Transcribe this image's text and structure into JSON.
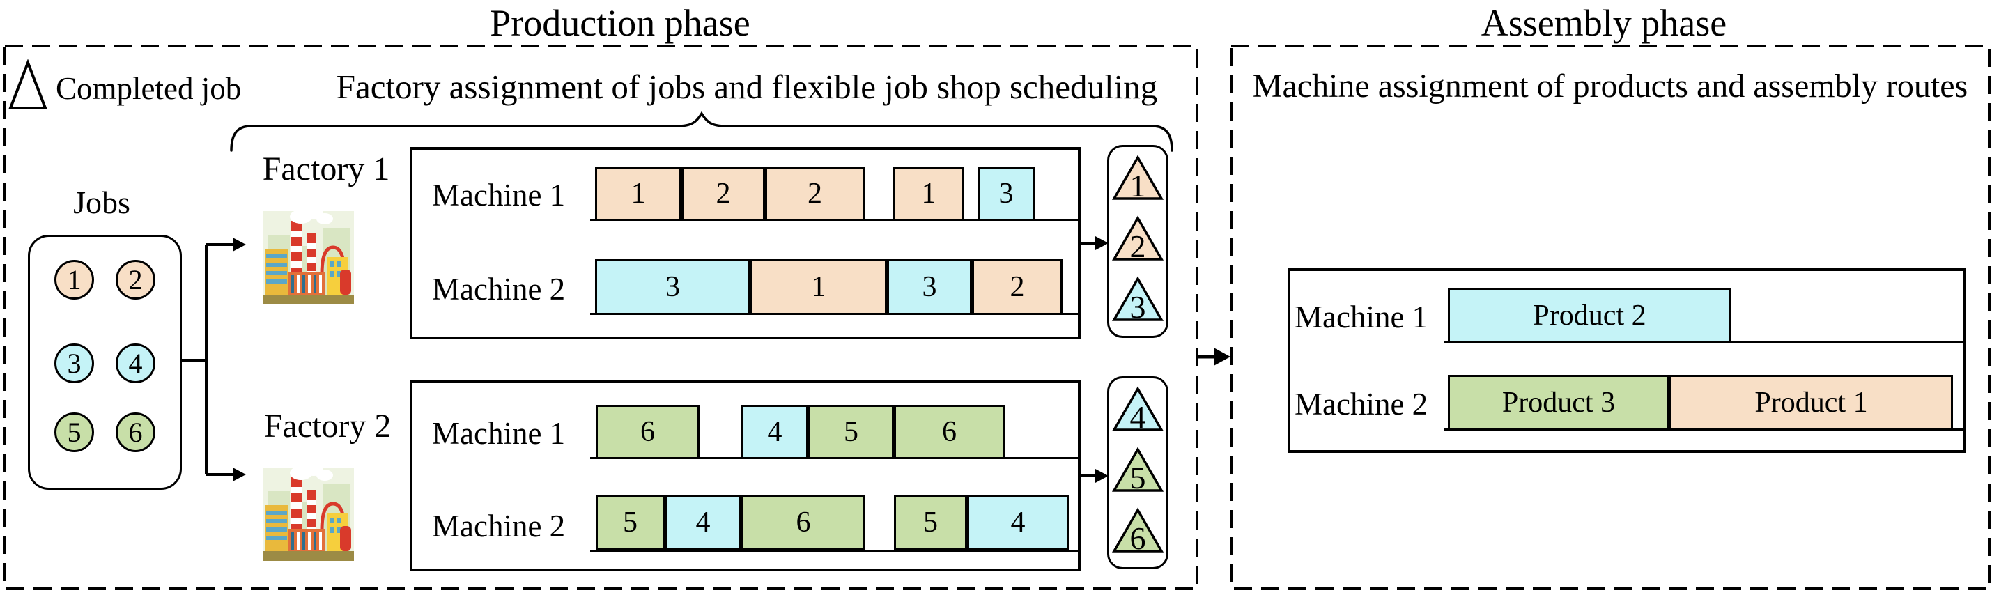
{
  "palette": {
    "peach": "#F8DFC6",
    "cyan": "#C5F3F7",
    "green": "#C8DFA8",
    "white": "#FFFFFF"
  },
  "legend": {
    "label": "Completed job"
  },
  "production": {
    "title": "Production phase",
    "subtitle": "Factory assignment of jobs and flexible job shop scheduling",
    "jobs": {
      "title": "Jobs",
      "items": [
        {
          "label": "1",
          "color": "peach"
        },
        {
          "label": "2",
          "color": "peach"
        },
        {
          "label": "3",
          "color": "cyan"
        },
        {
          "label": "4",
          "color": "cyan"
        },
        {
          "label": "5",
          "color": "green"
        },
        {
          "label": "6",
          "color": "green"
        }
      ]
    },
    "factories": [
      {
        "name": "Factory 1",
        "machines": [
          {
            "label": "Machine 1",
            "blocks": [
              {
                "label": "1",
                "color": "peach"
              },
              {
                "label": "2",
                "color": "peach"
              },
              {
                "label": "2",
                "color": "peach"
              },
              {
                "label": "1",
                "color": "peach"
              },
              {
                "label": "3",
                "color": "cyan"
              }
            ]
          },
          {
            "label": "Machine 2",
            "blocks": [
              {
                "label": "3",
                "color": "cyan"
              },
              {
                "label": "1",
                "color": "peach"
              },
              {
                "label": "3",
                "color": "cyan"
              },
              {
                "label": "2",
                "color": "peach"
              }
            ]
          }
        ],
        "completed_jobs": [
          {
            "label": "1",
            "color": "peach"
          },
          {
            "label": "2",
            "color": "peach"
          },
          {
            "label": "3",
            "color": "cyan"
          }
        ]
      },
      {
        "name": "Factory 2",
        "machines": [
          {
            "label": "Machine 1",
            "blocks": [
              {
                "label": "6",
                "color": "green"
              },
              {
                "label": "4",
                "color": "cyan"
              },
              {
                "label": "5",
                "color": "green"
              },
              {
                "label": "6",
                "color": "green"
              }
            ]
          },
          {
            "label": "Machine 2",
            "blocks": [
              {
                "label": "5",
                "color": "green"
              },
              {
                "label": "4",
                "color": "cyan"
              },
              {
                "label": "6",
                "color": "green"
              },
              {
                "label": "5",
                "color": "green"
              },
              {
                "label": "4",
                "color": "cyan"
              }
            ]
          }
        ],
        "completed_jobs": [
          {
            "label": "4",
            "color": "cyan"
          },
          {
            "label": "5",
            "color": "green"
          },
          {
            "label": "6",
            "color": "green"
          }
        ]
      }
    ]
  },
  "assembly": {
    "title": "Assembly phase",
    "subtitle": "Machine assignment of products and assembly routes",
    "machines": [
      {
        "label": "Machine 1",
        "blocks": [
          {
            "label": "Product 2",
            "color": "cyan"
          }
        ]
      },
      {
        "label": "Machine 2",
        "blocks": [
          {
            "label": "Product 3",
            "color": "green"
          },
          {
            "label": "Product 1",
            "color": "peach"
          }
        ]
      }
    ]
  }
}
